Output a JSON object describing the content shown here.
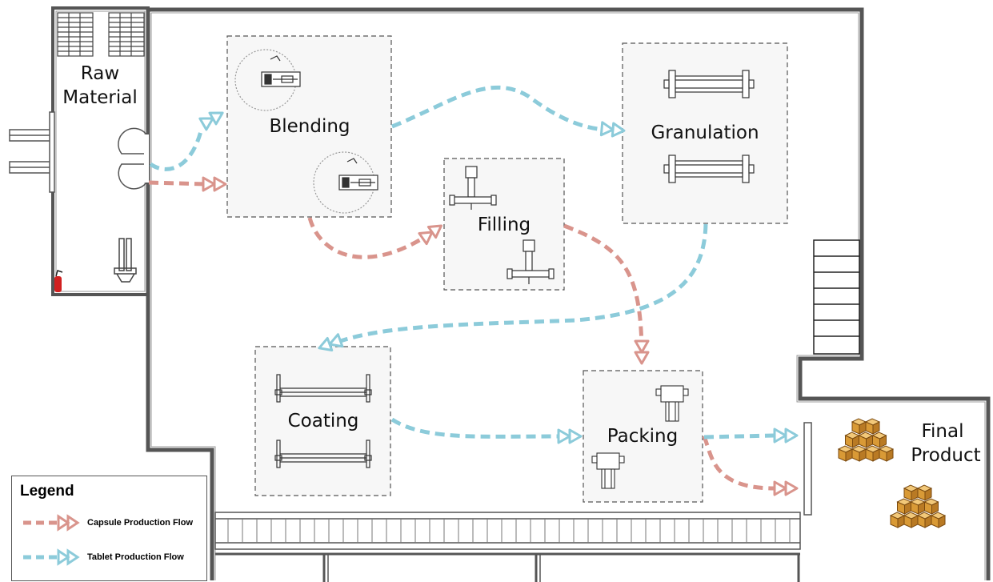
{
  "areas": {
    "raw_material": {
      "line1": "Raw",
      "line2": "Material"
    },
    "blending": "Blending",
    "granulation": "Granulation",
    "filling": "Filling",
    "coating": "Coating",
    "packing": "Packing",
    "final_product": {
      "line1": "Final",
      "line2": "Product"
    }
  },
  "legend": {
    "title": "Legend",
    "items": [
      {
        "label": "Capsule Production Flow",
        "color": "#D9948C"
      },
      {
        "label": "Tablet Production Flow",
        "color": "#8CCBDA"
      }
    ]
  },
  "colors": {
    "capsule_flow": "#D9948C",
    "tablet_flow": "#8CCBDA",
    "wall": "#555555",
    "work_area_fill": "#F7F7F7",
    "box_fill": "#E3A43C"
  },
  "icons": [
    "pallet-icon",
    "fire-extinguisher-icon",
    "hand-truck-icon",
    "mixer-icon",
    "granulator-icon",
    "capsule-filler-icon",
    "coating-line-icon",
    "packing-machine-icon",
    "box-stack-icon",
    "staircase-icon"
  ]
}
